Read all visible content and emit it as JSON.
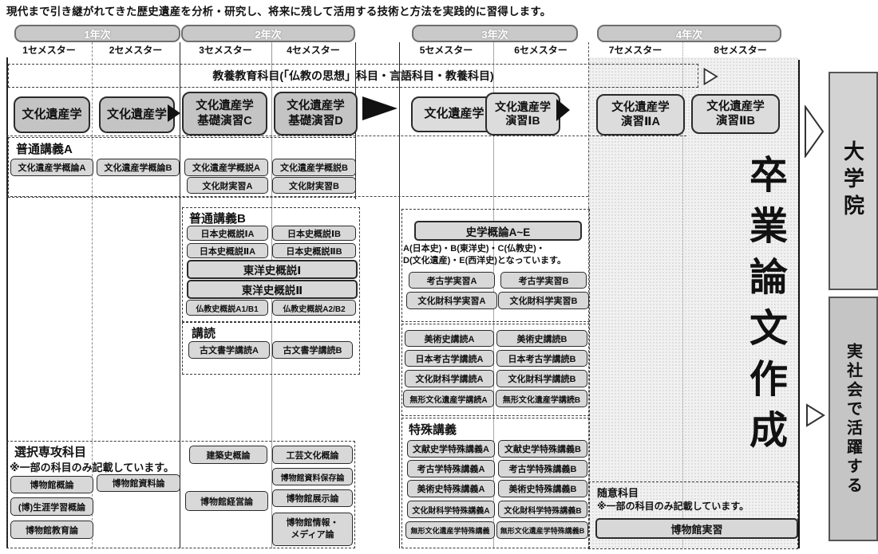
{
  "description": "現代まで引き継がれてきた歴史遺産を分析・研究し、将来に残して活用する技術と方法を実践的に習得します。",
  "years": [
    "1年次",
    "2年次",
    "3年次",
    "4年次"
  ],
  "semesters": [
    "1セメスター",
    "2セメスター",
    "3セメスター",
    "4セメスター",
    "5セメスター",
    "6セメスター",
    "7セメスター",
    "8セメスター"
  ],
  "liberal_arts": "教養教育科目(「仏教の思想」科目・言語科目・教養科目)",
  "flow": {
    "sem1": "文化遺産学",
    "sem2": "文化遺産学",
    "sem3_line1": "文化遺産学",
    "sem3_line2": "基礎演習C",
    "sem4_line1": "文化遺産学",
    "sem4_line2": "基礎演習D",
    "sem5": "文化遺産学",
    "sem6_line1": "文化遺産学",
    "sem6_line2": "演習ⅠB",
    "sem7_line1": "文化遺産学",
    "sem7_line2": "演習ⅡA",
    "sem8_line1": "文化遺産学",
    "sem8_line2": "演習ⅡB"
  },
  "futsu_a": {
    "title": "普通講義A",
    "courses": [
      "文化遺産学概論A",
      "文化遺産学概論B",
      "文化遺産学概説A",
      "文化遺産学概説B",
      "文化財実習A",
      "文化財実習B"
    ]
  },
  "futsu_b": {
    "title": "普通講義B",
    "courses": [
      "日本史概説ⅠA",
      "日本史概説ⅠB",
      "日本史概説ⅡA",
      "日本史概説ⅡB",
      "東洋史概説Ⅰ",
      "東洋史概説Ⅱ",
      "仏教史概説A1/B1",
      "仏教史概説A2/B2"
    ]
  },
  "shigaku": {
    "overview": "史学概論A~E",
    "note_line1": "A(日本史)・B(東洋史)・C(仏教史)・",
    "note_line2": "D(文化遺産)・E(西洋史)となっています。",
    "courses": [
      "考古学実習A",
      "考古学実習B",
      "文化財科学実習A",
      "文化財科学実習B"
    ]
  },
  "kodoku_left": {
    "title": "講読",
    "courses": [
      "古文書学講読A",
      "古文書学講読B"
    ]
  },
  "kodoku_right": {
    "courses": [
      "美術史講読A",
      "美術史講読B",
      "日本考古学講読A",
      "日本考古学講読B",
      "文化財科学講読A",
      "文化財科学講読B",
      "無形文化遺産学講読A",
      "無形文化遺産学講読B"
    ]
  },
  "tokushu": {
    "title": "特殊講義",
    "courses": [
      "文献史学特殊講義A",
      "文献史学特殊講義B",
      "考古学特殊講義A",
      "考古学特殊講義B",
      "美術史特殊講義A",
      "美術史特殊講義B",
      "文化財科学特殊講義A",
      "文化財科学特殊講義B",
      "無形文化遺産学特殊講義",
      "無形文化遺産学特殊講義B"
    ]
  },
  "sentaku": {
    "title": "選択専攻科目",
    "note": "※一部の科目のみ記載しています。",
    "courses": [
      "博物館概論",
      "博物館資料論",
      "(博)生涯学習概論",
      "博物館教育論",
      "建築史概論",
      "工芸文化概論",
      "博物館資料保存論",
      "博物館経営論",
      "博物館展示論"
    ],
    "media_line1": "博物館情報・",
    "media_line2": "メディア論"
  },
  "zuii": {
    "title": "随意科目",
    "note": "※一部の科目のみ記載しています。",
    "course": "博物館実習"
  },
  "outcome": {
    "thesis": "卒業論文作成",
    "graduate": "大学院",
    "society": "実社会で活躍する"
  },
  "colors": {
    "flow_box_gray": "#c4c4c4",
    "flow_box_light": "#dcdcdc",
    "course_box_gray": "#d8d8d8",
    "year_bar_gray": "#c9c9c9",
    "thesis_column_shade": "#f1f1f1"
  }
}
